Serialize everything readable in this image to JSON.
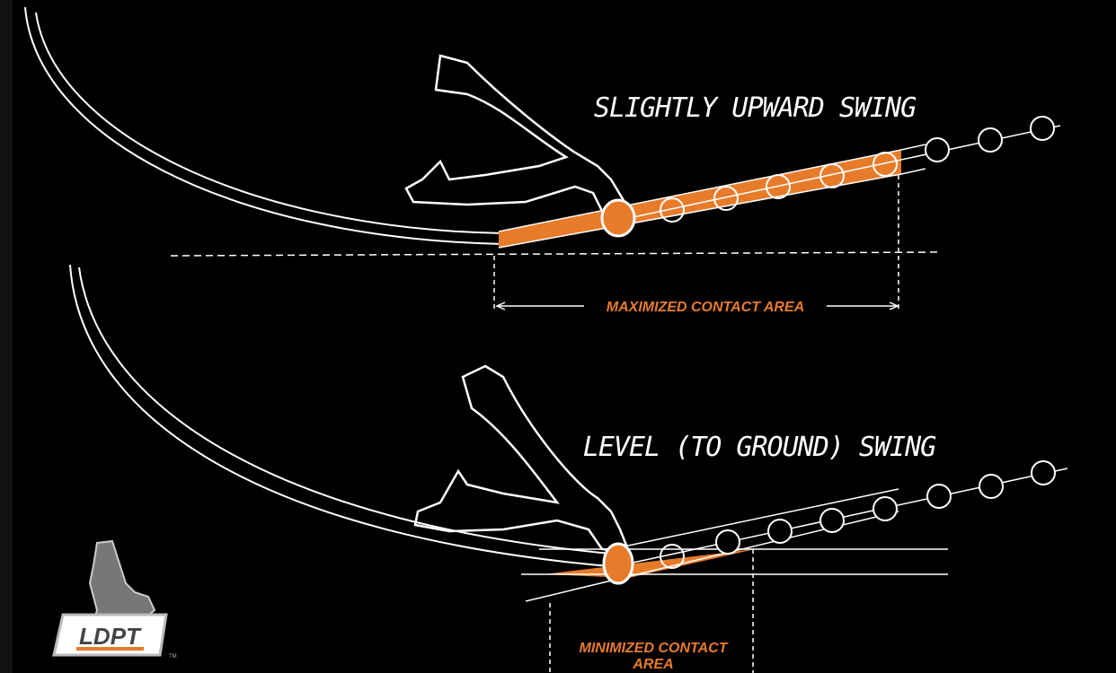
{
  "top_diagram": {
    "title": "SLIGHTLY UPWARD SWING",
    "contact_label": "MAXIMIZED CONTACT AREA"
  },
  "bottom_diagram": {
    "title": "LEVEL (TO GROUND) SWING",
    "contact_label_line1": "MINIMIZED CONTACT",
    "contact_label_line2": "AREA"
  },
  "logo": {
    "text": "LDPT",
    "trademark": "TM"
  },
  "colors": {
    "background": "#000000",
    "line": "#ffffff",
    "accent": "#e87b2a"
  }
}
